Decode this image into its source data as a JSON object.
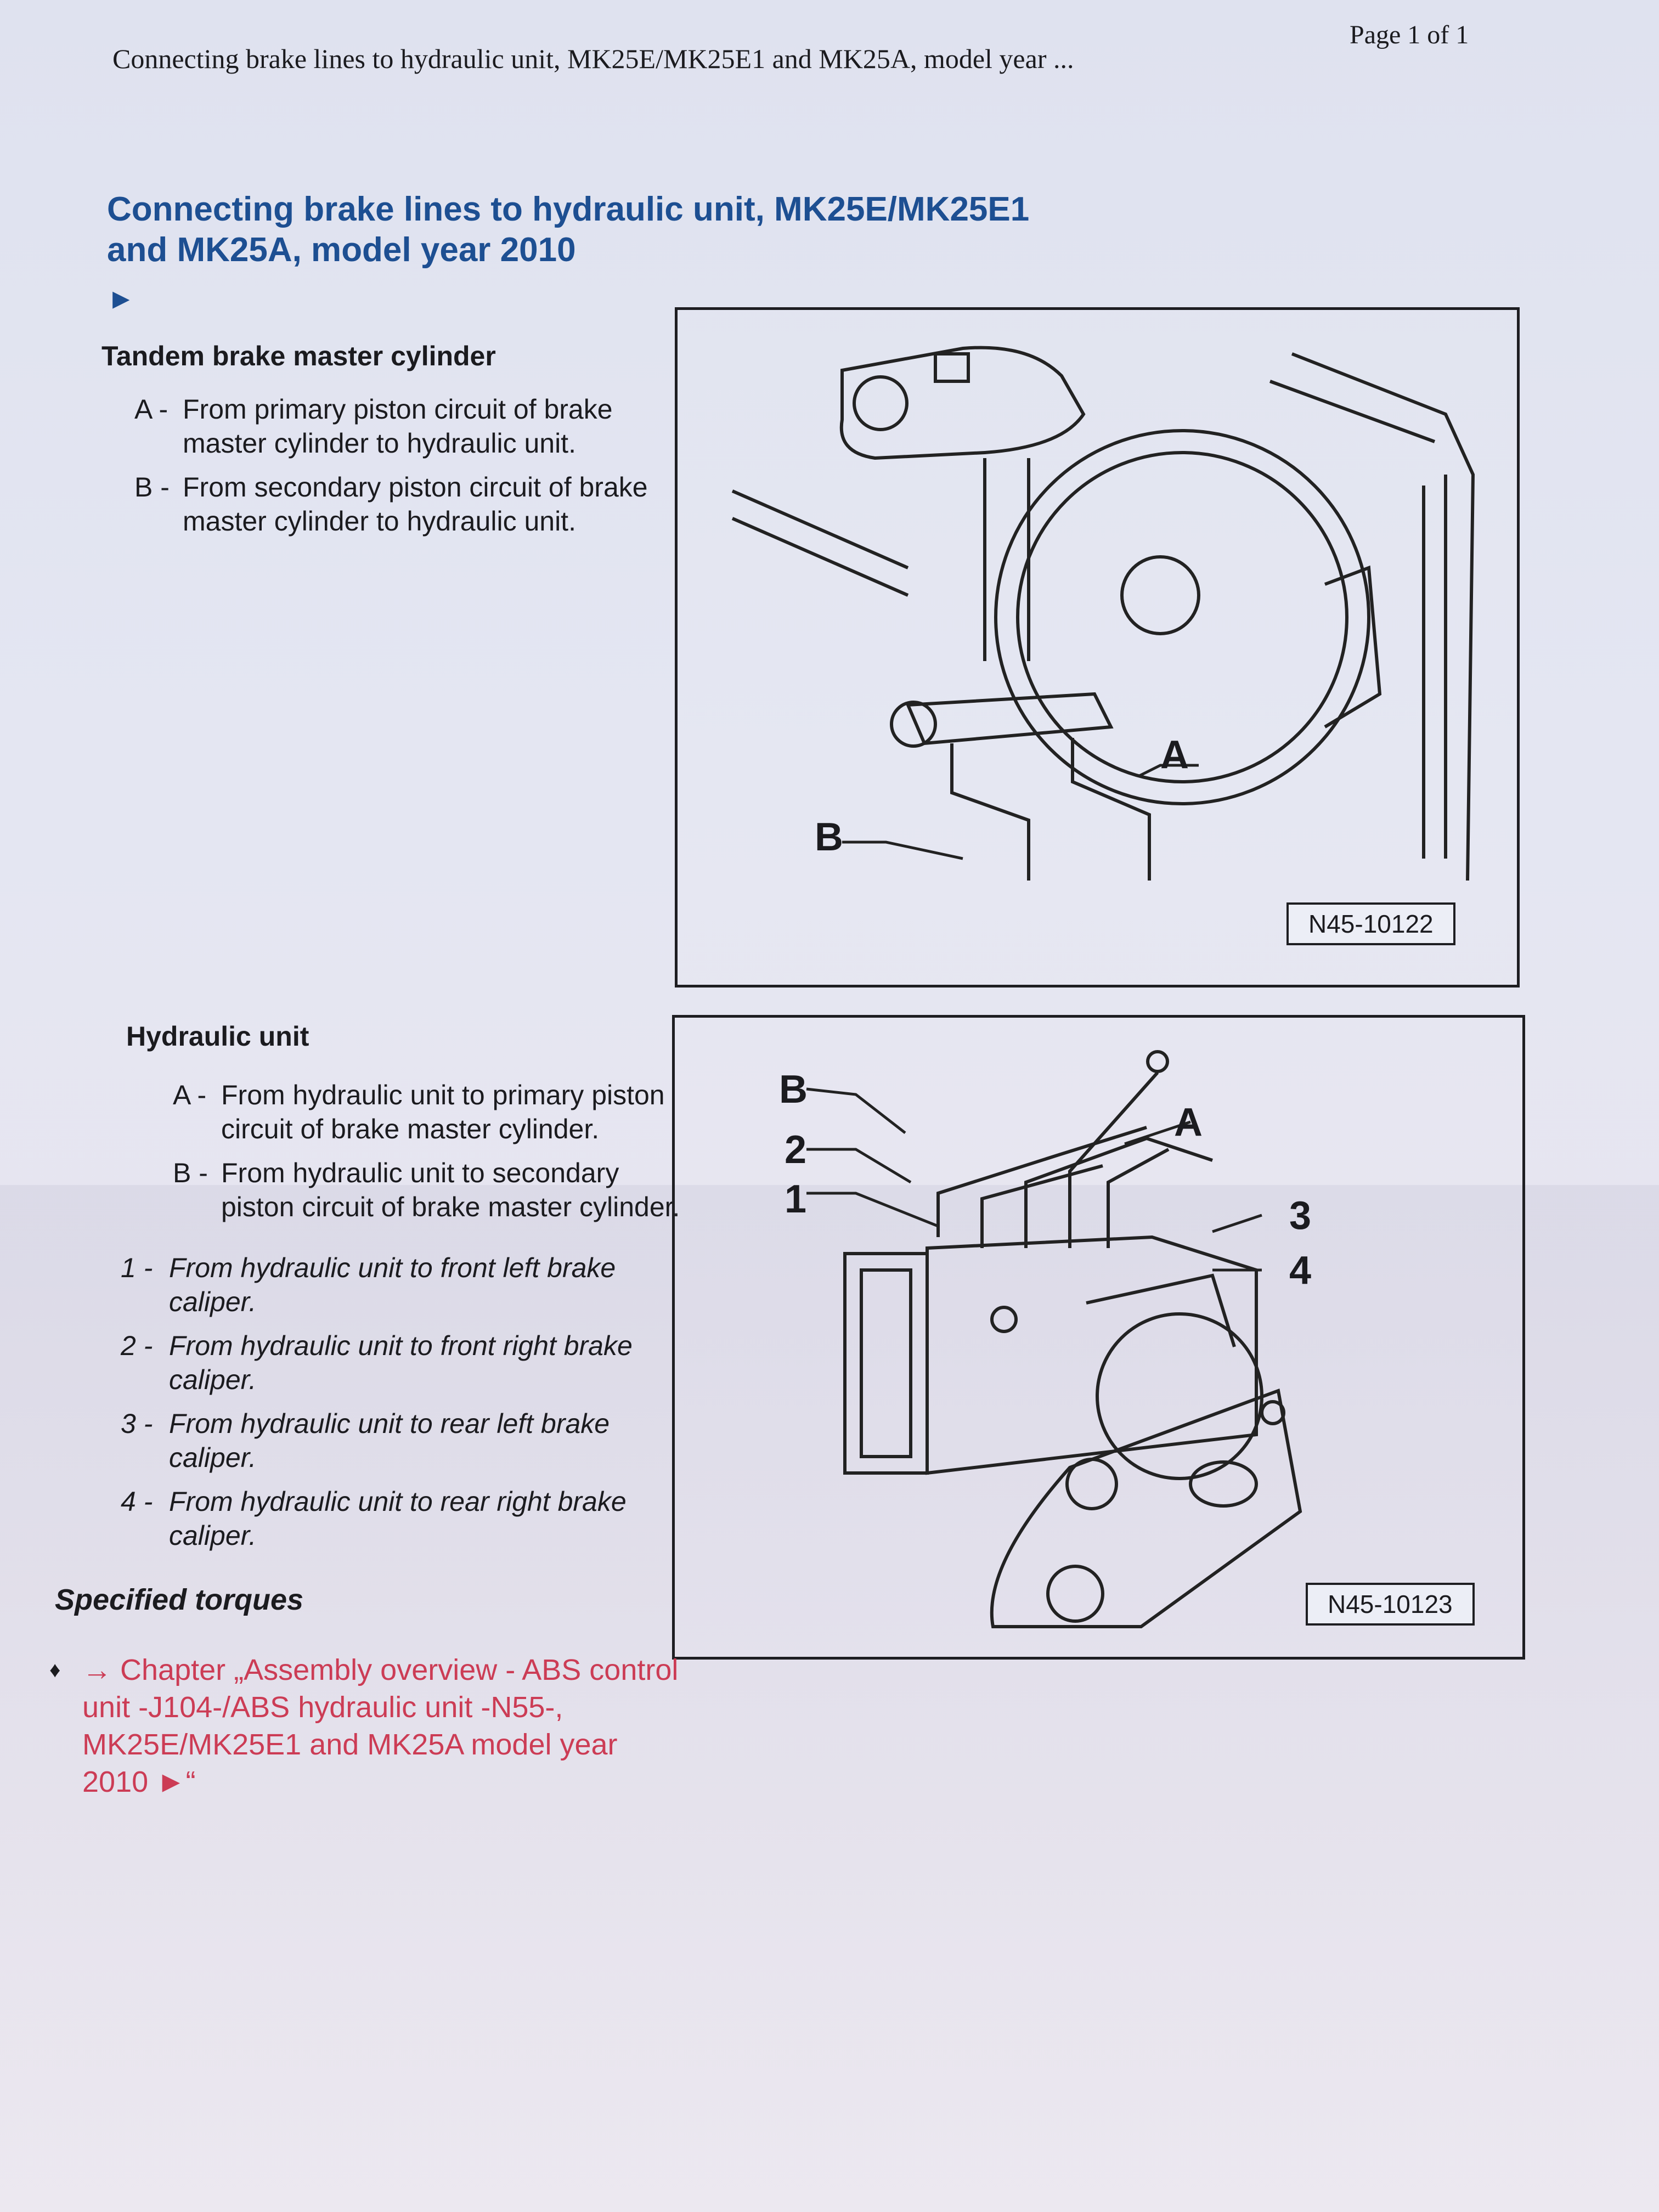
{
  "header": {
    "title": "Connecting brake lines to hydraulic unit, MK25E/MK25E1 and MK25A, model year ...",
    "page": "Page 1 of 1"
  },
  "main": {
    "title": "Connecting brake lines to hydraulic unit, MK25E/MK25E1 and MK25A, model year 2010",
    "arrow": "►"
  },
  "section1": {
    "heading": "Tandem brake master cylinder",
    "items": [
      {
        "key": "A -",
        "text": "From primary piston circuit of brake master cylinder to hydraulic unit."
      },
      {
        "key": "B -",
        "text": "From secondary piston circuit of brake master cylinder to hydraulic unit."
      }
    ],
    "figure_code": "N45-10122",
    "callouts": {
      "a": "A",
      "b": "B"
    }
  },
  "section2": {
    "heading": "Hydraulic unit",
    "items": [
      {
        "key": "A -",
        "text": "From hydraulic unit to primary piston circuit of brake master cylinder."
      },
      {
        "key": "B -",
        "text": "From hydraulic unit to secondary piston circuit of brake master cylinder."
      }
    ],
    "numbered": [
      {
        "key": "1 -",
        "text": "From hydraulic unit to front left brake caliper."
      },
      {
        "key": "2 -",
        "text": "From hydraulic unit to front right brake caliper."
      },
      {
        "key": "3 -",
        "text": "From hydraulic unit to rear left brake caliper."
      },
      {
        "key": "4 -",
        "text": "From hydraulic unit to rear right brake caliper."
      }
    ],
    "figure_code": "N45-10123",
    "callouts": {
      "b": "B",
      "two": "2",
      "one": "1",
      "a": "A",
      "three": "3",
      "four": "4"
    }
  },
  "torques": {
    "heading": "Specified torques",
    "bullet": "♦",
    "link": "→ Chapter „Assembly overview - ABS control unit -J104-/ABS hydraulic unit -N55-, MK25E/MK25E1 and MK25A model year 2010 ►“"
  },
  "colors": {
    "title_blue": "#1d4f92",
    "link_red": "#cc3c55"
  }
}
